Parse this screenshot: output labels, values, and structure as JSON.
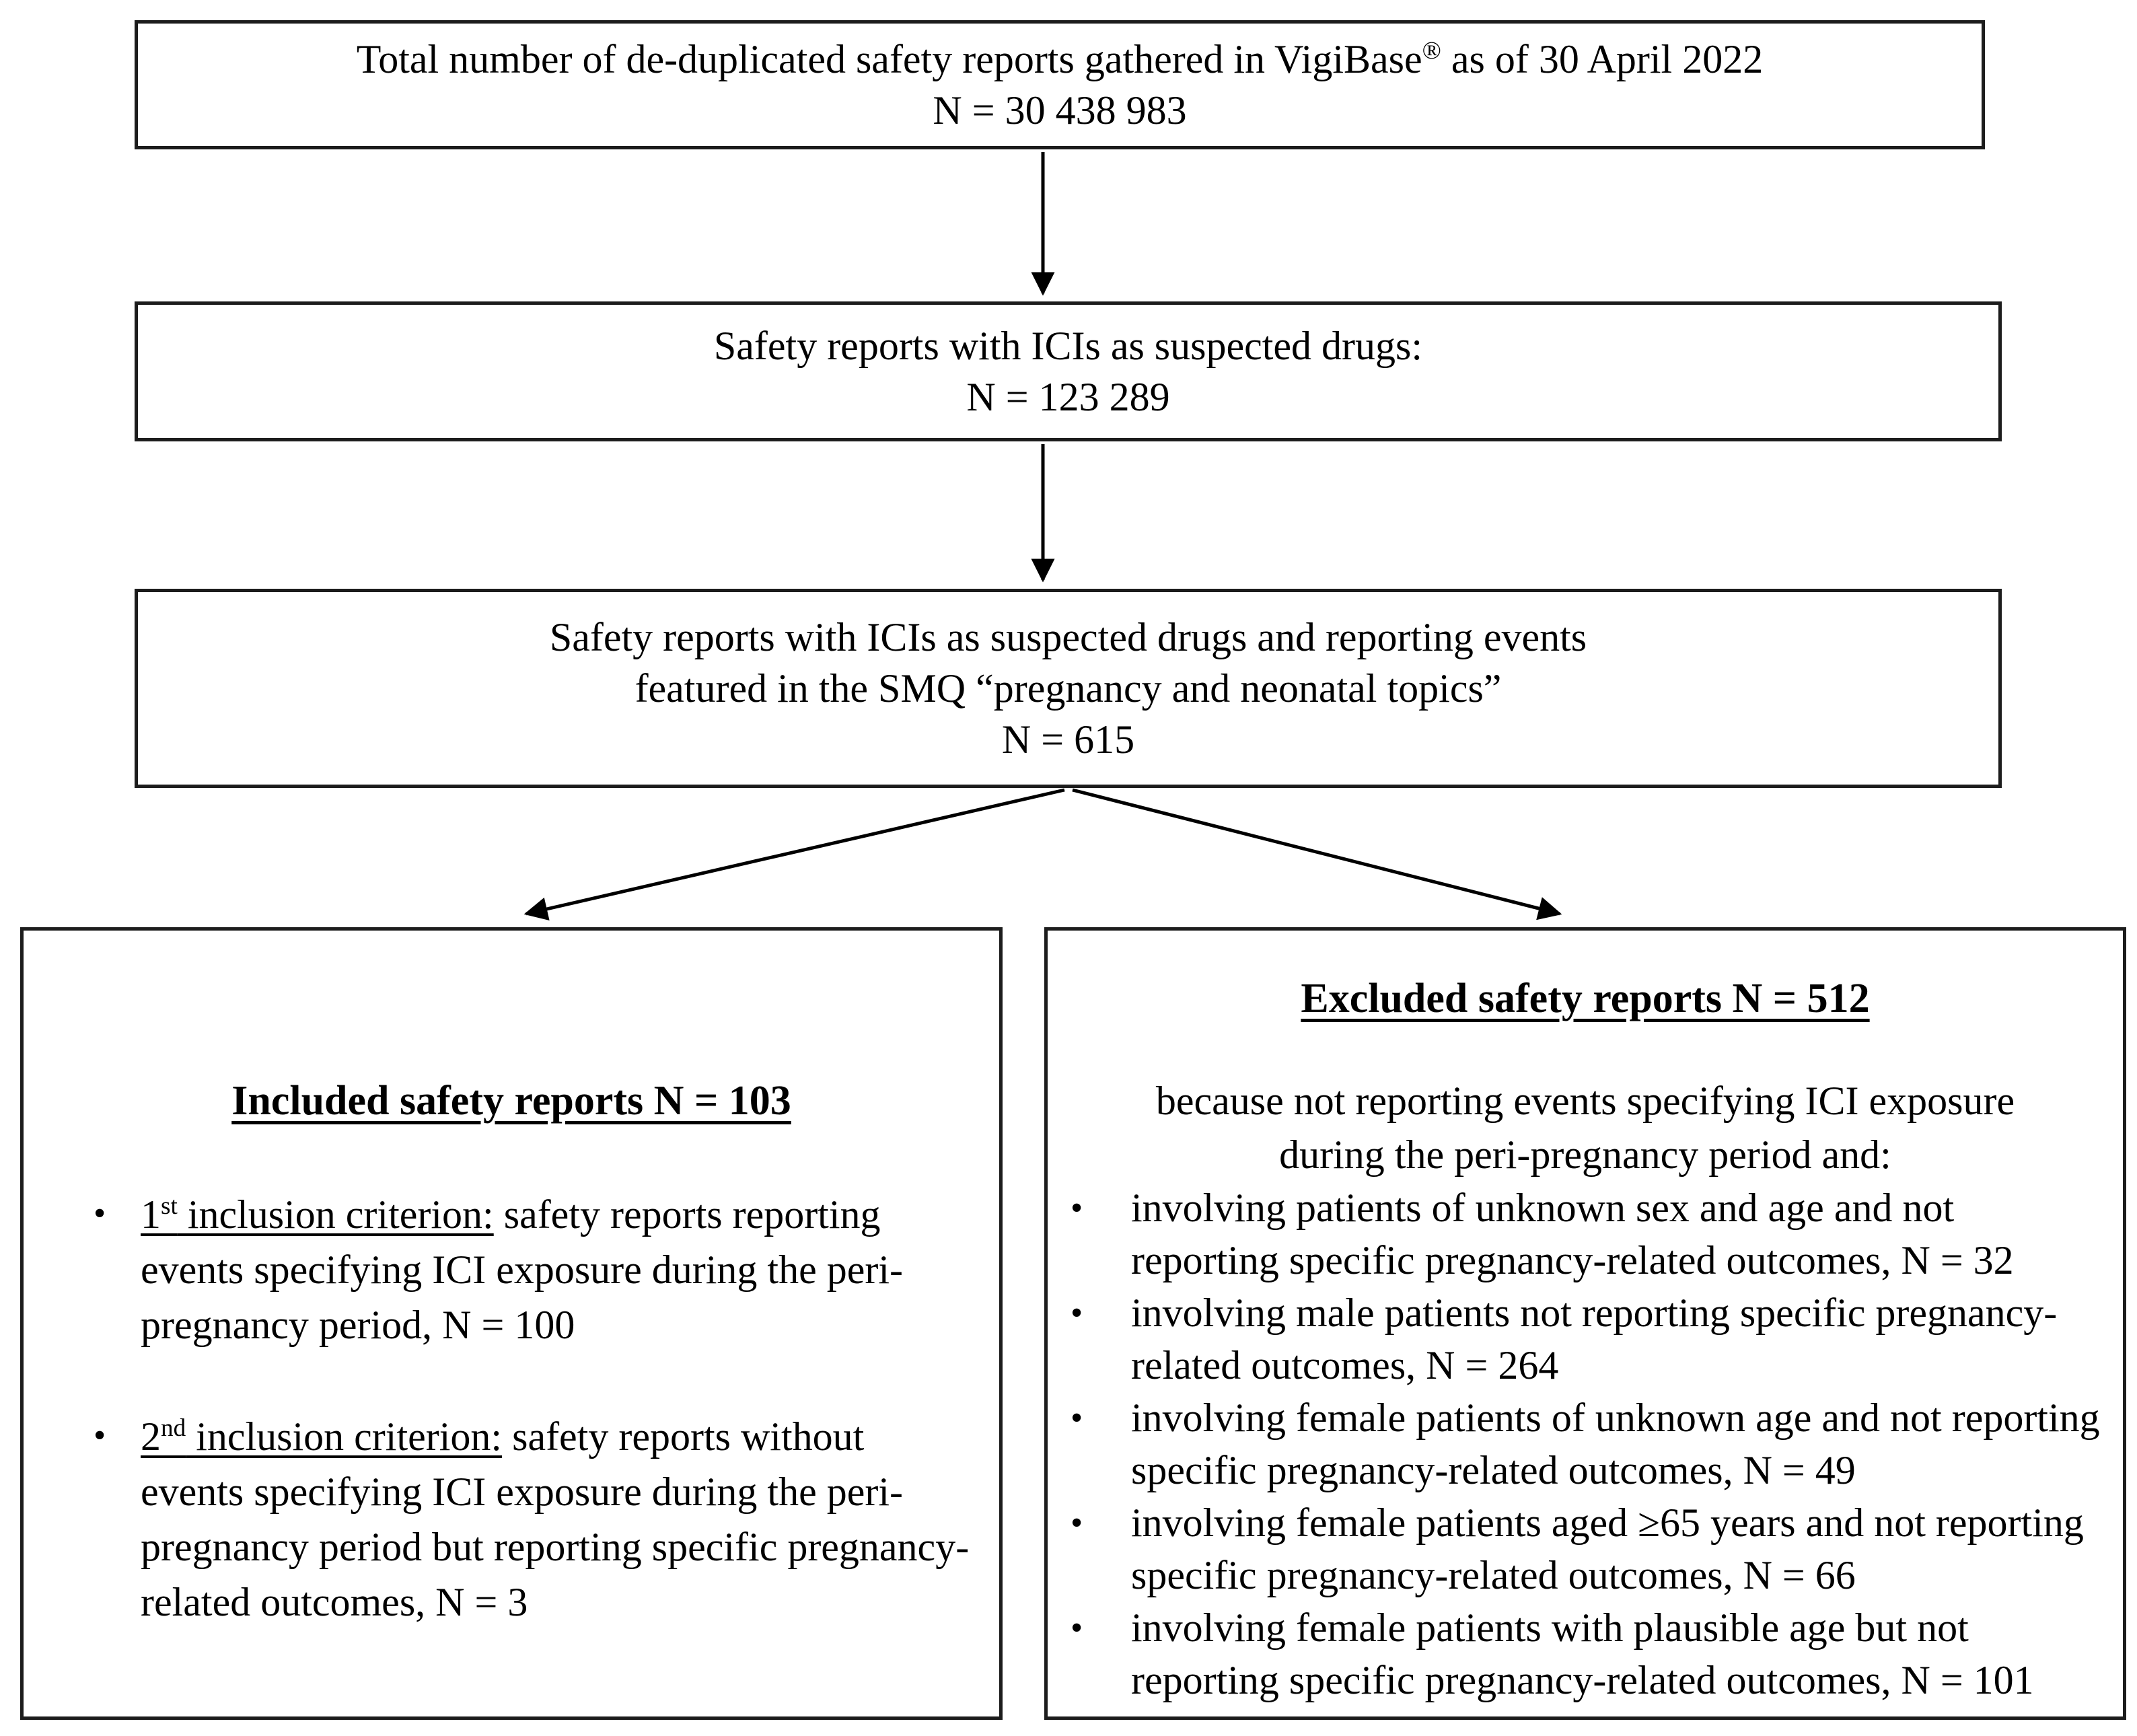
{
  "boxes": {
    "total": {
      "line1_main": "Total number of de-duplicated safety reports gathered in VigiBase",
      "line1_sup": "®",
      "line1_rest": " as of 30 April 2022",
      "line2": "N = 30 438 983"
    },
    "ici": {
      "line1": "Safety reports with ICIs as suspected drugs:",
      "line2": "N = 123 289"
    },
    "smq": {
      "line1": "Safety reports with ICIs as suspected drugs and reporting events",
      "line2": "featured in the SMQ “pregnancy and neonatal topics”",
      "line3": "N = 615"
    },
    "included": {
      "heading": "Included safety reports N = 103",
      "bullets": [
        {
          "marker": "•",
          "ordinal": "1",
          "ordinal_suffix": "st",
          "label": " inclusion criterion:",
          "text": " safety reports reporting events specifying ICI exposure during the peri-pregnancy period, N = 100"
        },
        {
          "marker": "•",
          "ordinal": "2",
          "ordinal_suffix": "nd",
          "label": " inclusion criterion:",
          "text": " safety reports without events specifying ICI exposure during the peri-pregnancy period but reporting specific pregnancy-related outcomes, N = 3"
        }
      ]
    },
    "excluded": {
      "heading": "Excluded safety reports N = 512",
      "intro_line1": "because not reporting events specifying ICI exposure",
      "intro_line2": "during the peri-pregnancy period and:",
      "bullets": [
        {
          "marker": "•",
          "text": "involving patients of unknown sex and age and not reporting specific pregnancy-related outcomes, N = 32"
        },
        {
          "marker": "•",
          "text": "involving male patients not reporting specific pregnancy-related outcomes, N = 264"
        },
        {
          "marker": "•",
          "text": "involving female patients of unknown age and not reporting specific pregnancy-related outcomes, N = 49"
        },
        {
          "marker": "•",
          "text": "involving female patients aged ≥65 years and not reporting specific pregnancy-related outcomes, N = 66"
        },
        {
          "marker": "•",
          "text": "involving female patients with plausible age but not reporting specific pregnancy-related outcomes, N = 101"
        }
      ]
    }
  },
  "style": {
    "line_color": "#1c1c1c",
    "text_color": "#000000",
    "background": "#ffffff"
  }
}
